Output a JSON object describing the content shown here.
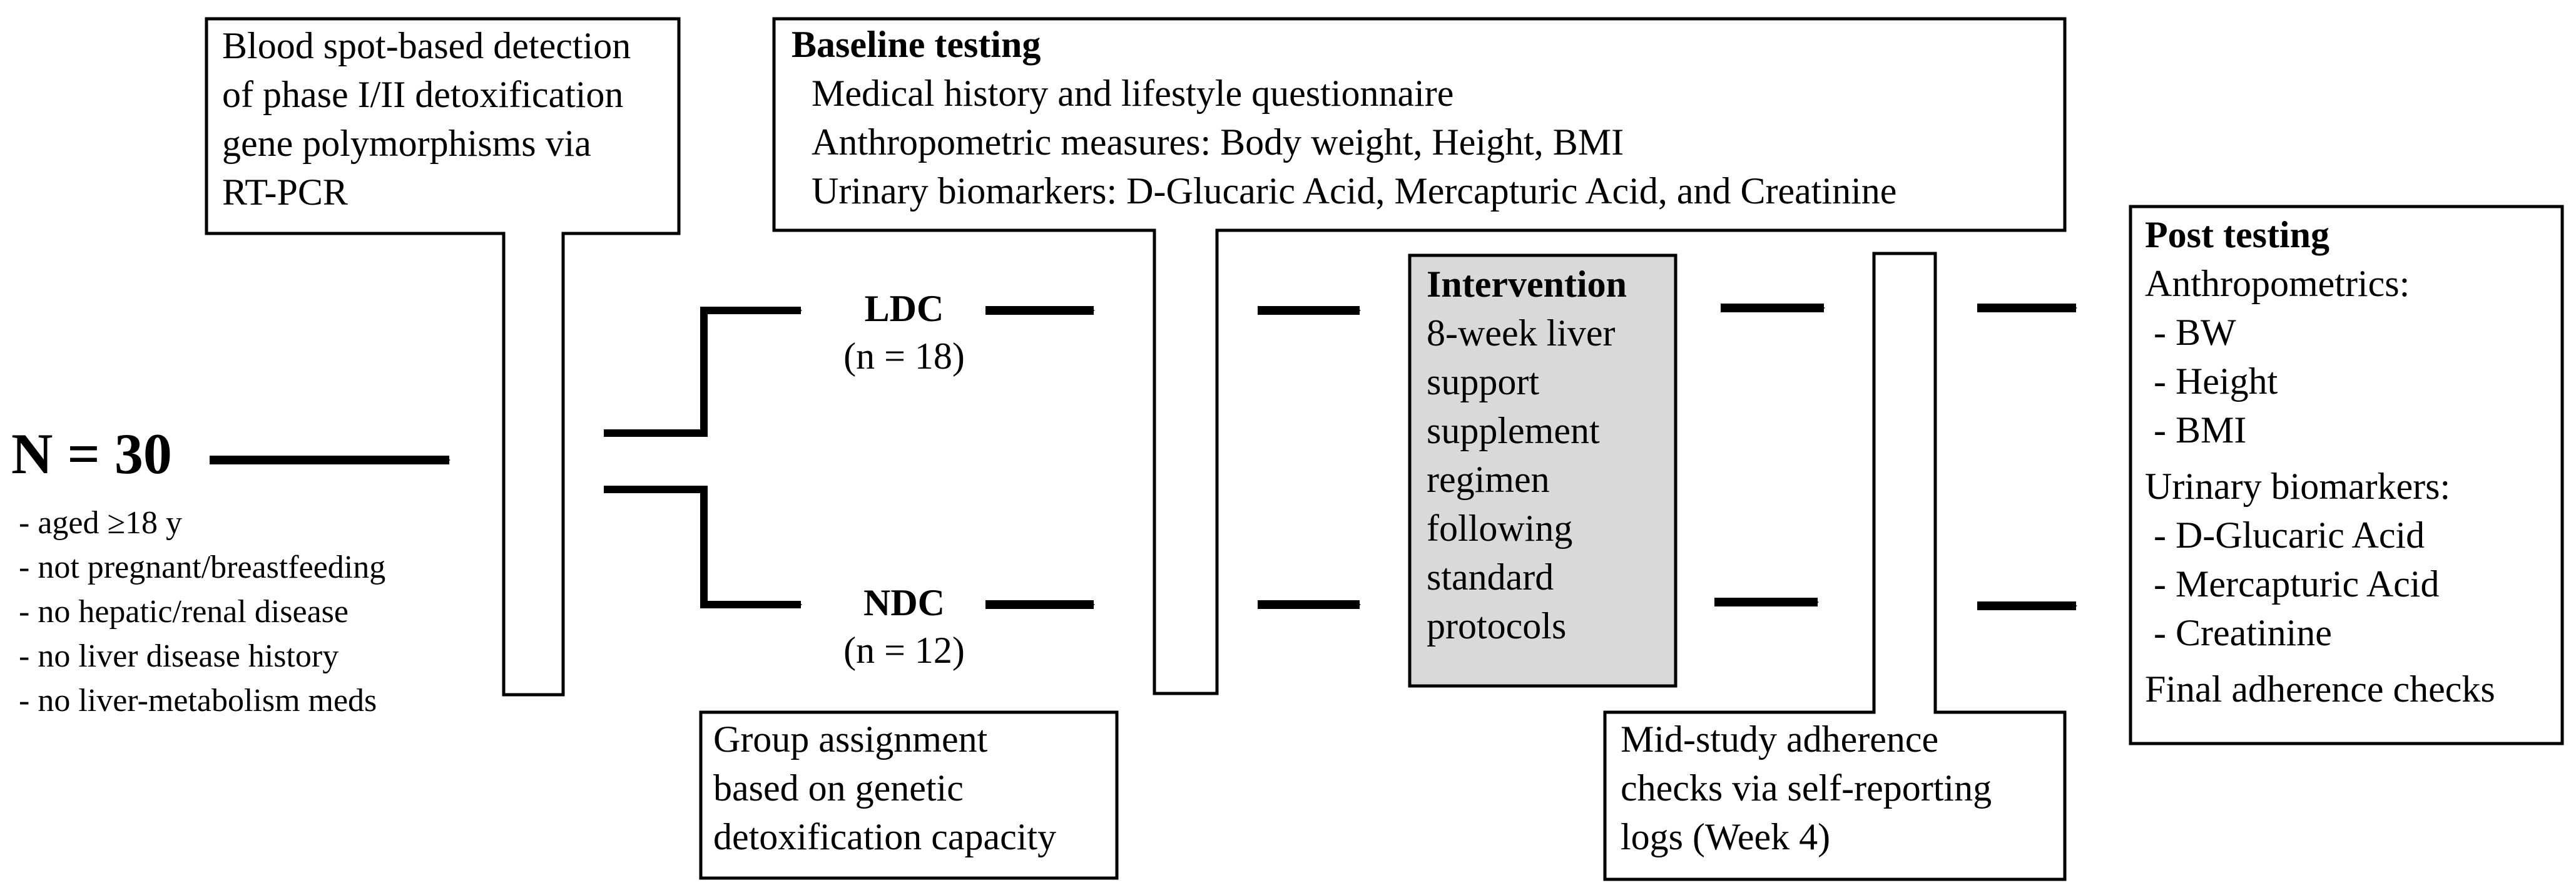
{
  "screening": {
    "lines": [
      "Blood spot-based detection",
      "of phase I/II detoxification",
      "gene polymorphisms via",
      "RT-PCR"
    ]
  },
  "baseline": {
    "title": "Baseline testing",
    "lines": [
      "Medical history and lifestyle questionnaire",
      "Anthropometric measures: Body weight, Height, BMI",
      "Urinary biomarkers: D-Glucaric Acid, Mercapturic Acid, and Creatinine"
    ]
  },
  "cohort": {
    "title": "N = 30",
    "criteria": [
      "- aged ≥18 y",
      "- not pregnant/breastfeeding",
      "- no hepatic/renal disease",
      "- no liver disease history",
      "- no liver-metabolism meds"
    ]
  },
  "groups": {
    "ldc": {
      "label": "LDC",
      "n": "(n = 18)"
    },
    "ndc": {
      "label": "NDC",
      "n": "(n = 12)"
    }
  },
  "assignment": {
    "lines": [
      "Group assignment",
      "based on genetic",
      "detoxification capacity"
    ]
  },
  "intervention": {
    "title": "Intervention",
    "lines": [
      "8-week liver",
      "support",
      "supplement",
      "regimen",
      "following",
      "standard",
      "protocols"
    ],
    "fill_color": "#d9d9d9"
  },
  "midstudy": {
    "lines": [
      "Mid-study adherence",
      "checks via self-reporting",
      "logs (Week 4)"
    ]
  },
  "post": {
    "title": "Post testing",
    "anthro_label": "Anthropometrics:",
    "anthro_items": [
      "- BW",
      "- Height",
      "- BMI"
    ],
    "urinary_label": "Urinary biomarkers:",
    "urinary_items": [
      "- D-Glucaric Acid",
      "- Mercapturic Acid",
      "- Creatinine"
    ],
    "final": "Final adherence checks"
  }
}
